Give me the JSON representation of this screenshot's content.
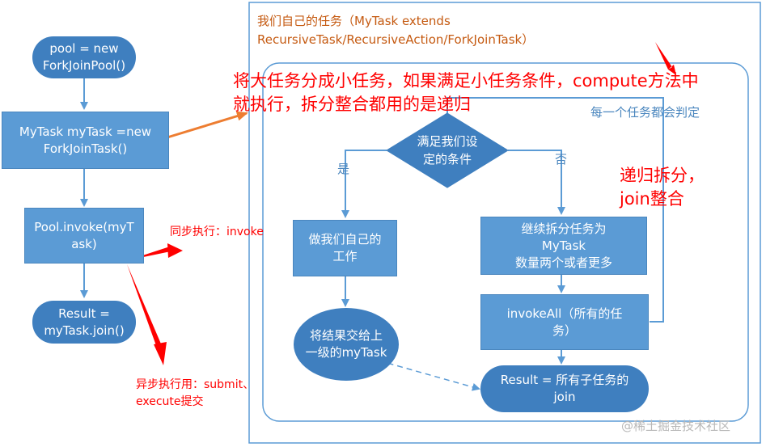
{
  "outer_title": "我们自己的任务（MyTask extends\nRecursiveTask/RecursiveAction/ForkJoinTask）",
  "left_flow": {
    "pool": "pool = new\nForkJoinPool()",
    "mytask": "MyTask myTask =new\nForkJoinTask()",
    "invoke": "Pool.invoke(myT\nask)",
    "result": "Result =\nmyTask.join()"
  },
  "inner": {
    "compute_note": "将大任务分成小任务，如果满足小任务条件，compute方法中\n就执行，拆分整合都用的是递归",
    "judge_note": "每一个任务都会判定",
    "decision": "满足我们设\n定的条件",
    "yes": "是",
    "no": "否",
    "do_work": "做我们自己的\n工作",
    "split": "继续拆分任务为\nMyTask\n数量两个或者更多",
    "pass_up": "将结果交给上\n一级的myTask",
    "invoke_all": "invokeAll（所有的任\n务）",
    "result_join": "Result = 所有子任务的\njoin",
    "recursion_note": "递归拆分，\njoin整合"
  },
  "notes": {
    "sync": "同步执行：invoke",
    "async": "异步执行用：submit、\nexecute提交"
  },
  "watermark": "@稀土掘金技术社区",
  "colors": {
    "node_fill": "#5b9bd5",
    "node_dark": "#3f7fbf",
    "orange_text": "#c55a11",
    "red_text": "#ff0000",
    "frame": "#5b9bd5"
  }
}
